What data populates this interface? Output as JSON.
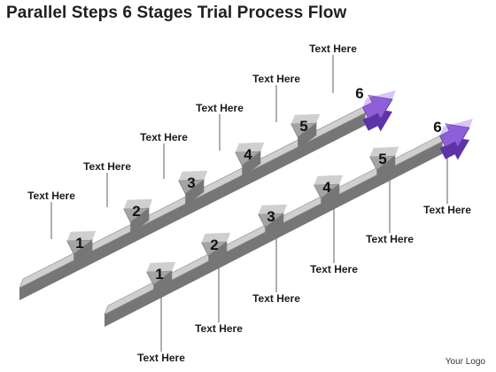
{
  "title": "Parallel Steps 6 Stages Trial Process Flow",
  "logo": "Your Logo",
  "colors": {
    "step": "#a4a4a4",
    "step_top": "#cfcfcf",
    "step_dark": "#767676",
    "highlight": "#8e5fd6",
    "highlight_top": "#c2a6ef",
    "highlight_dark": "#5c34a8"
  },
  "flows": [
    {
      "name": "upper-flow",
      "steps": [
        {
          "number": "1",
          "label": "Text Here"
        },
        {
          "number": "2",
          "label": "Text Here"
        },
        {
          "number": "3",
          "label": "Text Here"
        },
        {
          "number": "4",
          "label": "Text Here"
        },
        {
          "number": "5",
          "label": "Text Here"
        },
        {
          "number": "6",
          "label": "Text Here"
        }
      ]
    },
    {
      "name": "lower-flow",
      "steps": [
        {
          "number": "1",
          "label": "Text Here"
        },
        {
          "number": "2",
          "label": "Text Here"
        },
        {
          "number": "3",
          "label": "Text Here"
        },
        {
          "number": "4",
          "label": "Text Here"
        },
        {
          "number": "5",
          "label": "Text Here"
        },
        {
          "number": "6",
          "label": "Text Here"
        }
      ]
    }
  ]
}
